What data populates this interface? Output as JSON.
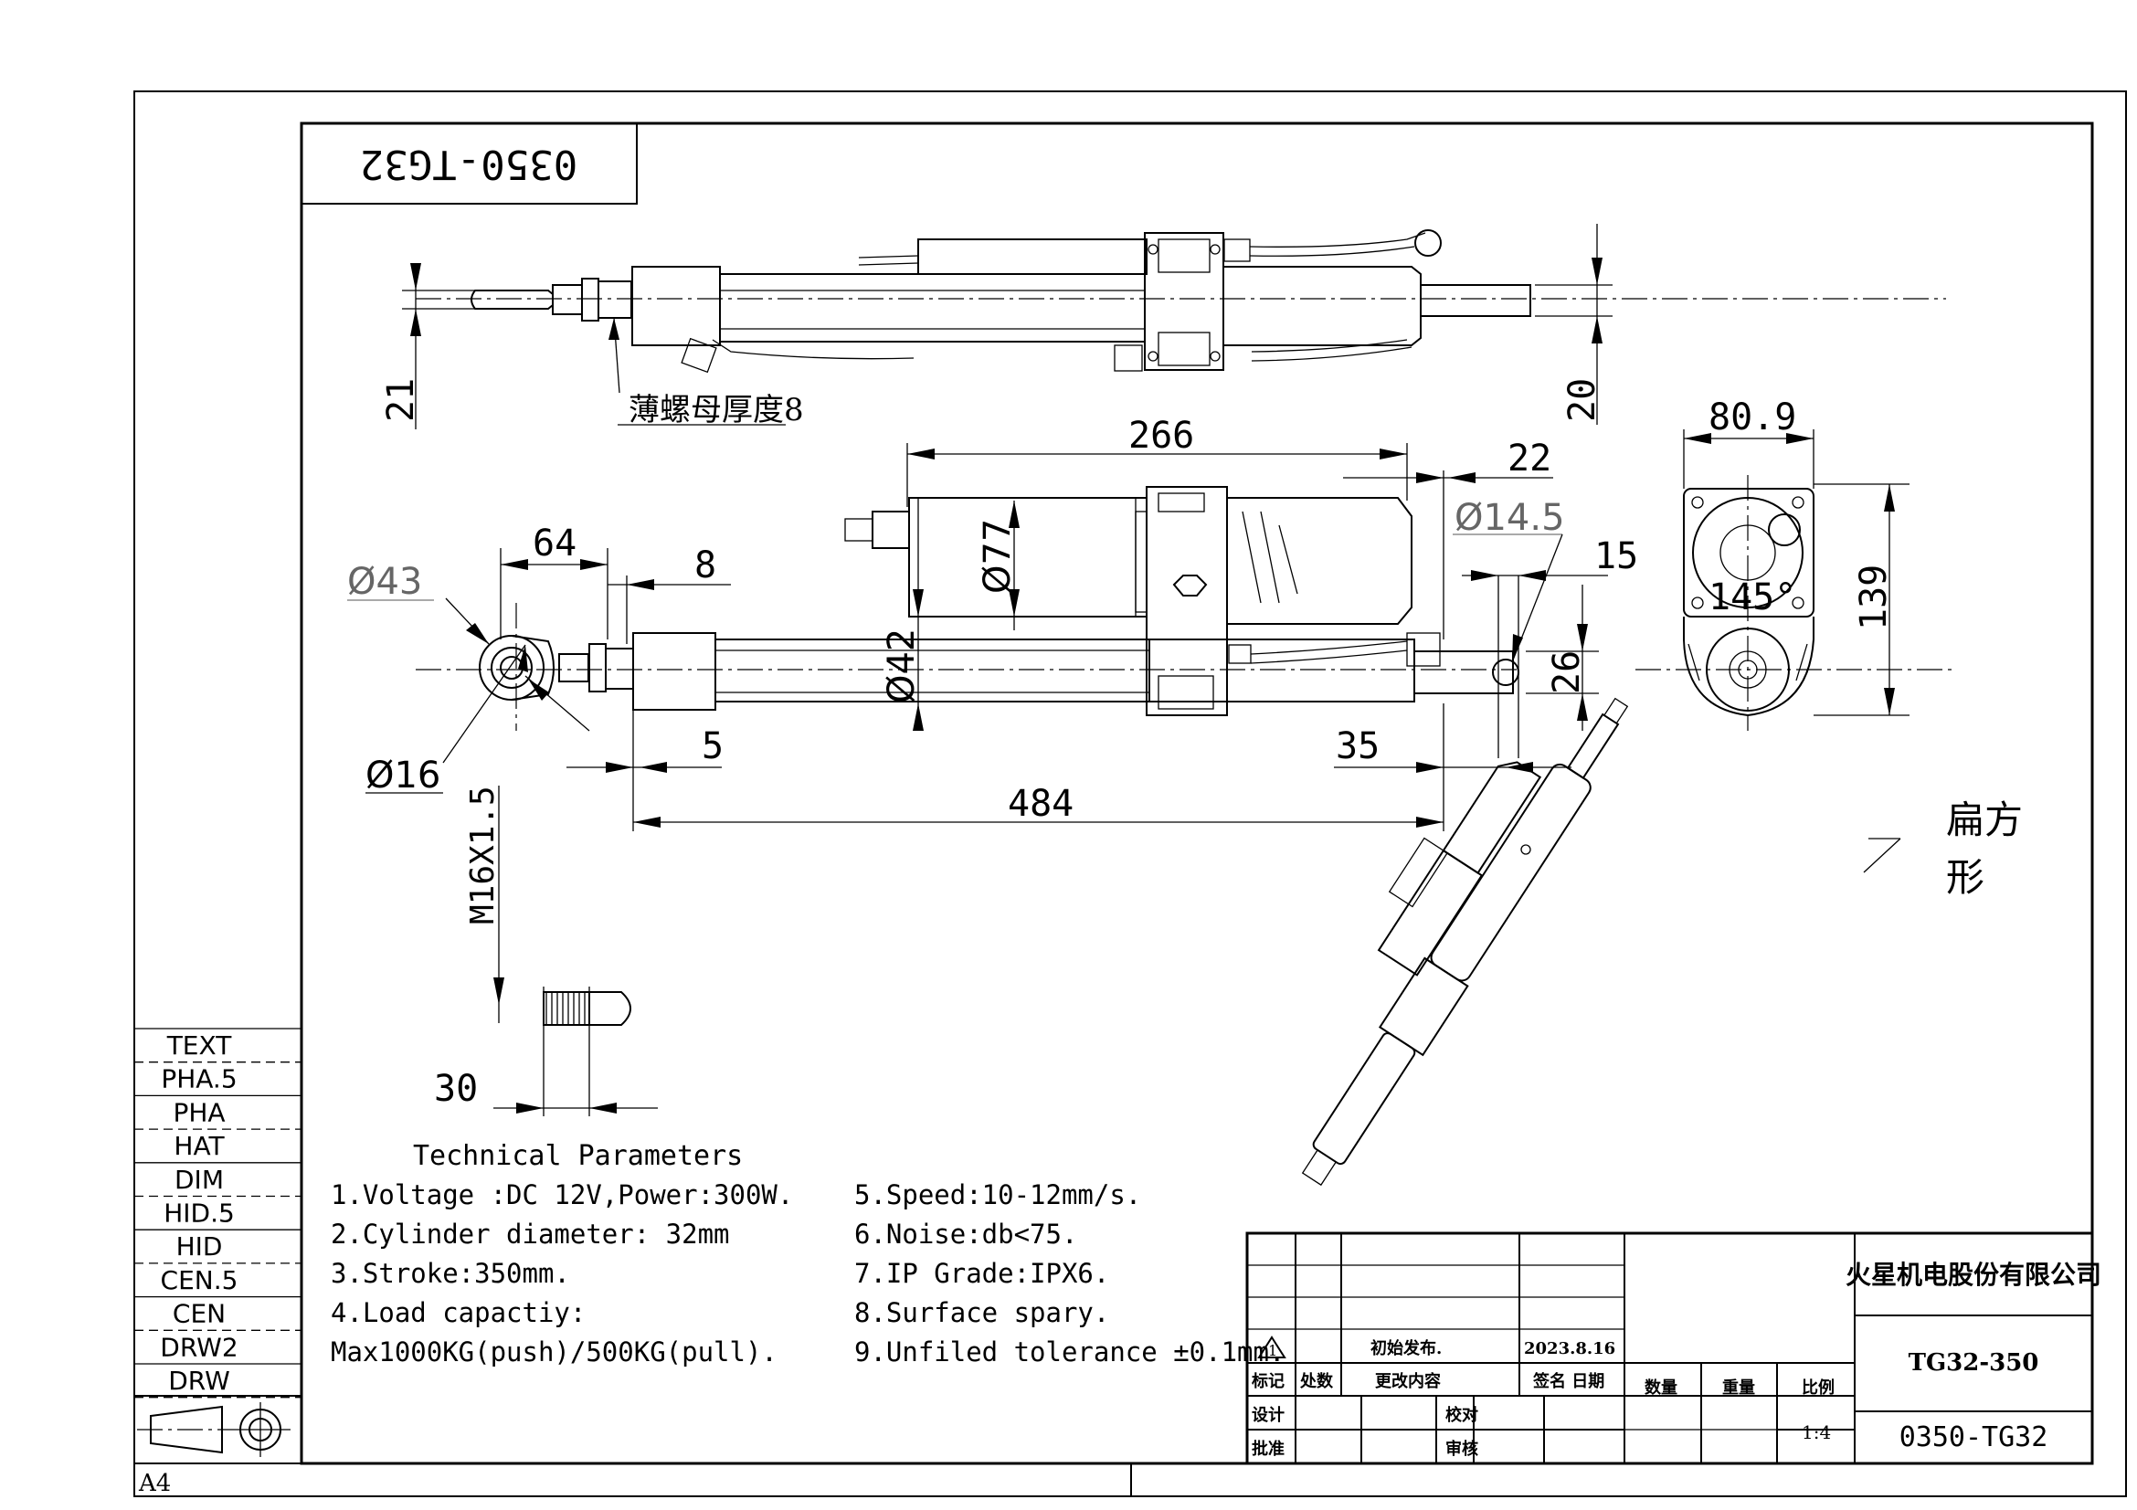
{
  "drawing_no_rotated": "0350-TG32",
  "side_view": {
    "dim_left": "21",
    "dim_right": "20",
    "nut_note": "薄螺母厚度8"
  },
  "front_view": {
    "dim_266": "266",
    "dim_22": "22",
    "dim_phi145": "Ø14.5",
    "dim_15": "15",
    "dim_64": "64",
    "dim_8": "8",
    "dim_phi43": "Ø43",
    "dim_phi77": "Ø77",
    "dim_phi42": "Ø42",
    "dim_26": "26",
    "dim_phi16": "Ø16",
    "dim_5": "5",
    "dim_35": "35",
    "dim_484": "484",
    "thread": "M16X1.5",
    "dim_30": "30"
  },
  "end_view": {
    "dim_809": "80.9",
    "dim_139": "139",
    "angle": "145°"
  },
  "iso_note": [
    "扁方",
    "形"
  ],
  "layer_legend": [
    "TEXT",
    "PHA.5",
    "PHA",
    "HAT",
    "DIM",
    "HID.5",
    "HID",
    "CEN.5",
    "CEN",
    "DRW2",
    "DRW"
  ],
  "sheet_size": "A4",
  "technical_parameters": {
    "title": "Technical Parameters",
    "left": [
      "1.Voltage :DC 12V,Power:300W.",
      "2.Cylinder diameter: 32mm",
      "3.Stroke:350mm.",
      "4.Load capactiy:",
      "Max1000KG(push)/500KG(pull)."
    ],
    "right": [
      "5.Speed:10-12mm/s.",
      "6.Noise:db<75.",
      "7.IP Grade:IPX6.",
      "8.Surface spary.",
      "9.Unfiled tolerance ±0.1mm."
    ]
  },
  "title_block": {
    "company": "火星机电股份有限公司",
    "model": "TG32-350",
    "drawing_no": "0350-TG32",
    "rev_note": "初始发布.",
    "rev_date": "2023.8.16",
    "rev_mark": "1",
    "headers": {
      "mark": "标记",
      "count": "处数",
      "content": "更改内容",
      "sign_date": "签名 日期",
      "qty": "数量",
      "weight": "重量",
      "scale": "比例",
      "design": "设计",
      "check": "校对",
      "approve": "批准",
      "review": "审核"
    },
    "scale_value": "1:4"
  }
}
